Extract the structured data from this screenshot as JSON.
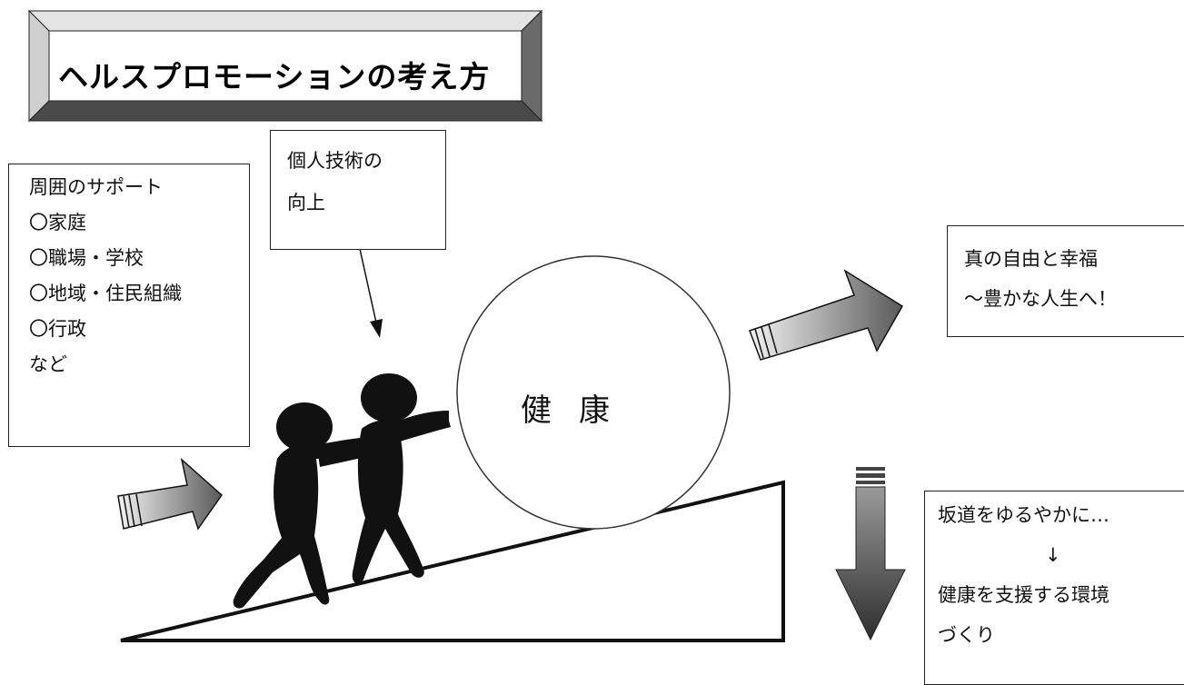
{
  "title": "ヘルスプロモーションの考え方",
  "support_box": {
    "lines": [
      "周囲のサポート",
      "〇家庭",
      "〇職場・学校",
      "〇地域・住民組織",
      "〇行政",
      "など"
    ]
  },
  "skill_box": {
    "lines": [
      "個人技術の",
      "向上"
    ]
  },
  "ball_label": "健康",
  "goal_box": {
    "lines": [
      "真の自由と幸福",
      "～豊かな人生へ！"
    ]
  },
  "slope_box": {
    "lines": [
      "坂道をゆるやかに…",
      "↓",
      "健康を支援する環境",
      "づくり"
    ]
  },
  "colors": {
    "arrow_dark": "#3a3a3a",
    "arrow_light": "#e8e8e8",
    "frame_dark": "#555555",
    "frame_light": "#cfcfcf"
  }
}
